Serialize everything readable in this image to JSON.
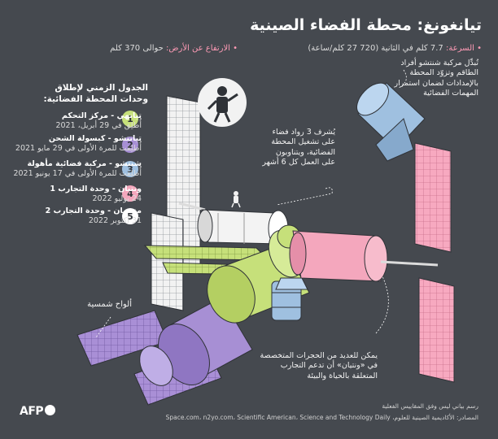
{
  "header": {
    "title": "تيانغونغ: محطة الفضاء الصينية",
    "speed_label": "• السرعة:",
    "speed_value": "7.7 كلم في الثانية (720 27 كلم/ساعة)",
    "altitude_label": "• الارتفاع عن الأرض:",
    "altitude_value": "حوالى 370 كلم"
  },
  "timeline": {
    "heading": "الجدول الزمني لإطلاق وحدات المحطة الفضائية:",
    "items": [
      {
        "num": "1",
        "name": "تيانهي - مركز التحكم",
        "date": "أُطلِق في 29 أبريل، 2021",
        "color": "#c6e07a"
      },
      {
        "num": "2",
        "name": "تيانتشو - كبسولة الشحن",
        "date": "أُطلِقت للمرة الأولى في 29 مايو 2021",
        "color": "#a78fd4"
      },
      {
        "num": "3",
        "name": "شنتشو - مركبة فضائية مأهولة",
        "date": "أُطلِقت للمرة الأولى في 17 يونيو 2021",
        "color": "#9fc0e0"
      },
      {
        "num": "4",
        "name": "ونتيان - وحدة التجارب 1",
        "date": "24 يوليو 2022",
        "color": "#f4a7bd"
      },
      {
        "num": "5",
        "name": "منغتيان - وحدة التجارب 2",
        "date": "31 أكتوبر 2022",
        "color": "#ffffff"
      }
    ]
  },
  "annotations": {
    "shenzhou": "تُبدِّل مركبة شنتشو أفراد الطاقم وتزوّد المحطة بالإمدادات لضمان استمرار المهمات الفضائية",
    "crew": "يُشرف 3 رواد فضاء على تشغيل المحطة الفضائية، ويتناوبون على العمل كل 6 أشهر",
    "solar": "ألواح شمسية",
    "wentian": "يمكن للعديد من الحجرات المتخصصة في «ونتيان» أن تدعم التجارب المتعلقة بالحياة والبيئة"
  },
  "footer": {
    "note": "رسم بياني ليس وفق المقاييس الفعلية",
    "sources": "المصادر: الأكاديمية الصينية للعلوم، Space.com، n2yo.com، Scientific American، Science and Technology Daily",
    "logo": "AFP"
  },
  "colors": {
    "background": "#45494f",
    "tianhe": "#c6e07a",
    "tianzhou": "#a78fd4",
    "shenzhou": "#9fc0e0",
    "wentian": "#f4a7bd",
    "mengtian": "#ffffff",
    "highlight_pink": "#ff9bb6"
  }
}
